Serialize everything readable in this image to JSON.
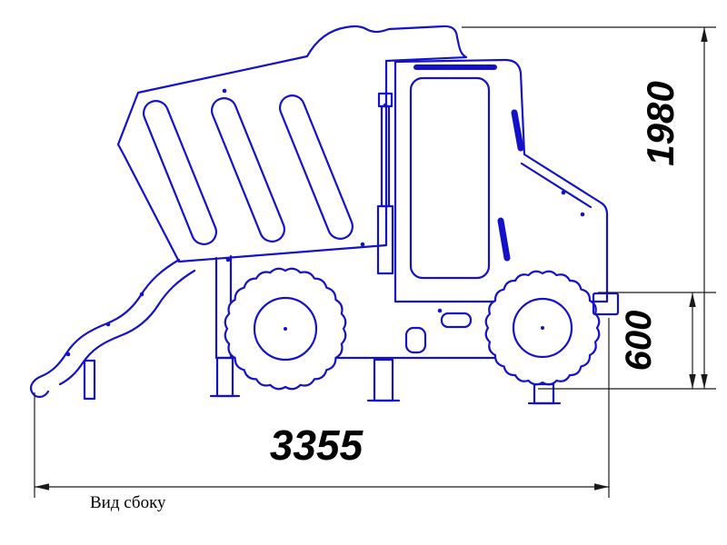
{
  "drawing": {
    "view_label": "Вид сбоку",
    "dimensions": {
      "overall_length": "3355",
      "overall_height": "1980",
      "platform_height": "600"
    },
    "colors": {
      "line": "#1412c9",
      "dimension_line": "#1a1a1a",
      "text": "#000000"
    }
  }
}
